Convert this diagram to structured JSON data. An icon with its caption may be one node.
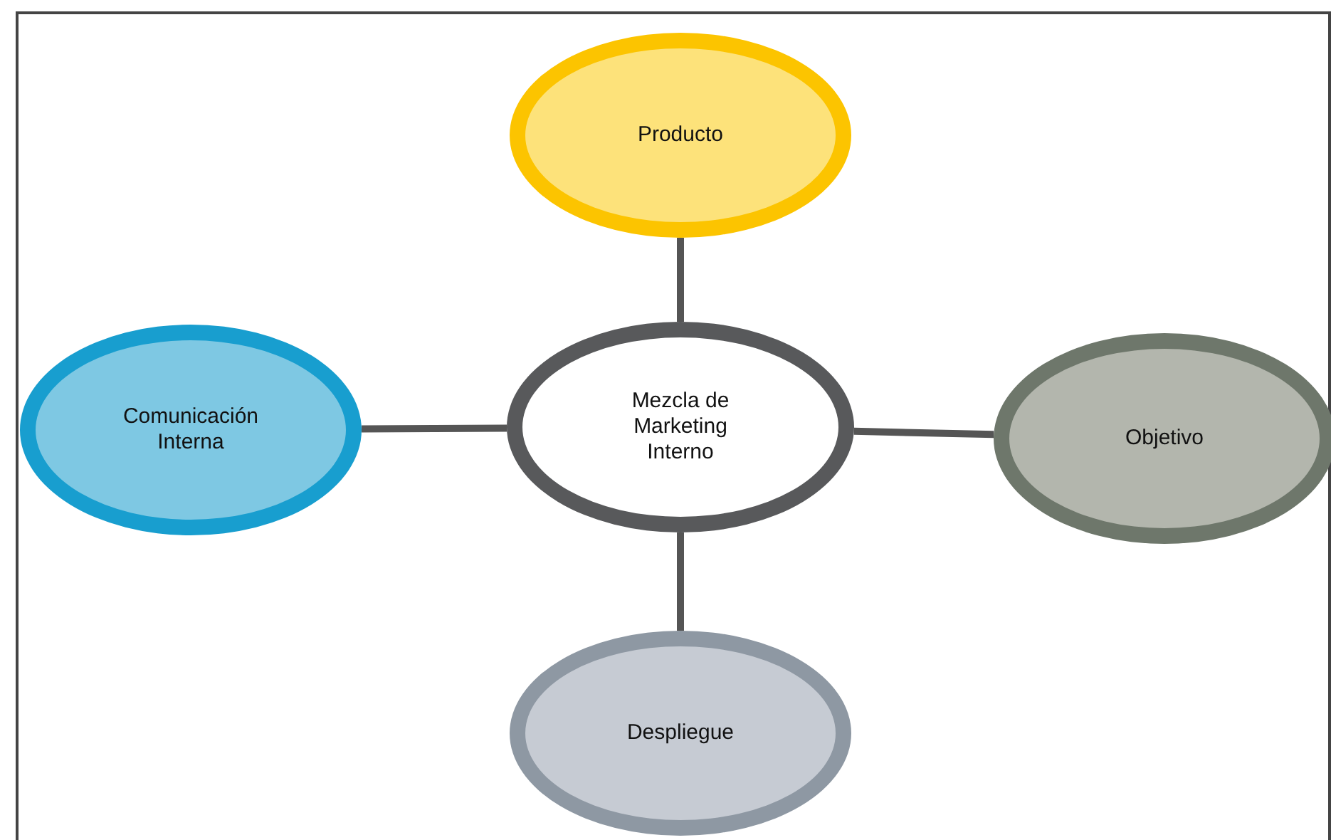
{
  "diagram": {
    "nodes": [
      {
        "text": [
          "Mezcla de Marketing Interno"
        ]
      },
      {
        "text": [
          "Producto"
        ]
      },
      {
        "text": [
          "Comunicación Interna"
        ]
      },
      {
        "text": [
          "Objetivo"
        ]
      },
      {
        "text": [
          "Despliegue"
        ]
      }
    ],
    "edges": [
      {
        "from": 0,
        "to": 1,
        "arrow": "none"
      },
      {
        "from": 0,
        "to": 2,
        "arrow": "none"
      },
      {
        "from": 0,
        "to": 3,
        "arrow": "none"
      },
      {
        "from": 0,
        "to": 4,
        "arrow": "none"
      }
    ]
  }
}
